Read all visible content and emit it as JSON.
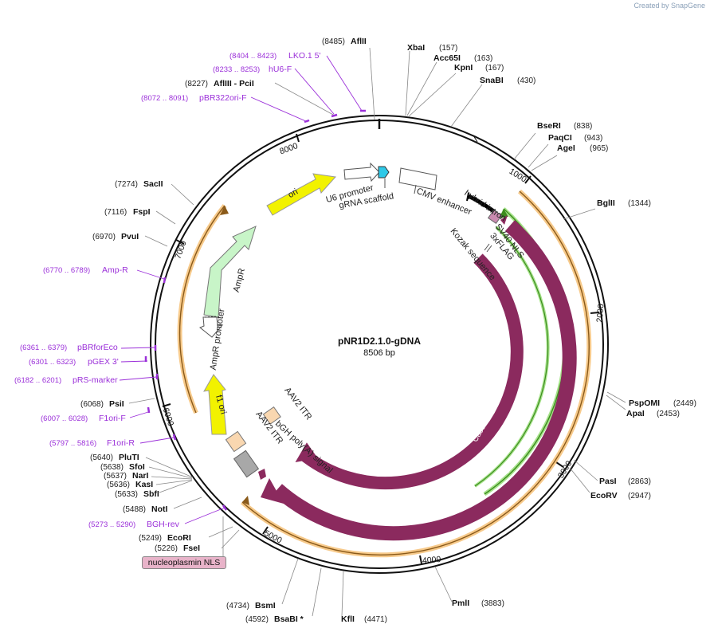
{
  "watermark": "Created by SnapGene",
  "map": {
    "name": "pNR1D2.1.0-gDNA",
    "size": "8506 bp",
    "ticks": [
      "1000",
      "2000",
      "3000",
      "4000",
      "5000",
      "6000",
      "7000",
      "8000"
    ]
  },
  "enzymes": [
    {
      "name": "AflII",
      "pos": "(8485)"
    },
    {
      "name": "XbaI",
      "pos": "(157)"
    },
    {
      "name": "Acc65I",
      "pos": "(163)"
    },
    {
      "name": "KpnI",
      "pos": "(167)"
    },
    {
      "name": "SnaBI",
      "pos": "(430)"
    },
    {
      "name": "BseRI",
      "pos": "(838)"
    },
    {
      "name": "PaqCI",
      "pos": "(943)"
    },
    {
      "name": "AgeI",
      "pos": "(965)"
    },
    {
      "name": "BglII",
      "pos": "(1344)"
    },
    {
      "name": "PspOMI",
      "pos": "(2449)"
    },
    {
      "name": "ApaI",
      "pos": "(2453)"
    },
    {
      "name": "PasI",
      "pos": "(2863)"
    },
    {
      "name": "EcoRV",
      "pos": "(2947)"
    },
    {
      "name": "PmlI",
      "pos": "(3883)"
    },
    {
      "name": "KflI",
      "pos": "(4471)"
    },
    {
      "name": "BsaBI *",
      "pos": "(4592)"
    },
    {
      "name": "BsmI",
      "pos": "(4734)"
    },
    {
      "name": "FseI",
      "pos": "(5226)"
    },
    {
      "name": "EcoRI",
      "pos": "(5249)"
    },
    {
      "name": "NotI",
      "pos": "(5488)"
    },
    {
      "name": "SbfI",
      "pos": "(5633)"
    },
    {
      "name": "KasI",
      "pos": "(5636)"
    },
    {
      "name": "NarI",
      "pos": "(5637)"
    },
    {
      "name": "SfoI",
      "pos": "(5638)"
    },
    {
      "name": "PluTI",
      "pos": "(5640)"
    },
    {
      "name": "PsiI",
      "pos": "(6068)"
    },
    {
      "name": "PvuI",
      "pos": "(6970)"
    },
    {
      "name": "FspI",
      "pos": "(7116)"
    },
    {
      "name": "SacII",
      "pos": "(7274)"
    },
    {
      "name": "AflIII - PciI",
      "pos": "(8227)"
    }
  ],
  "primers": [
    {
      "name": "LKO.1 5'",
      "pos": "(8404 .. 8423)"
    },
    {
      "name": "hU6-F",
      "pos": "(8233 .. 8253)"
    },
    {
      "name": "pBR322ori-F",
      "pos": "(8072 .. 8091)"
    },
    {
      "name": "Amp-R",
      "pos": "(6770 .. 6789)"
    },
    {
      "name": "pBRforEco",
      "pos": "(6361 .. 6379)"
    },
    {
      "name": "pGEX 3'",
      "pos": "(6301 .. 6323)"
    },
    {
      "name": "pRS-marker",
      "pos": "(6182 .. 6201)"
    },
    {
      "name": "F1ori-F",
      "pos": "(6007 .. 6028)"
    },
    {
      "name": "F1ori-R",
      "pos": "(5797 .. 5816)"
    },
    {
      "name": "BGH-rev",
      "pos": "(5273 .. 5290)"
    }
  ],
  "features": {
    "u6_promoter": "U6 promoter",
    "grna_scaffold": "gRNA scaffold",
    "cmv_enhancer": "CMV enhancer",
    "hybrid_intron": "hybrid intron",
    "sv40_nls": "SV40 NLS",
    "flag": "3xFLAG",
    "kozak": "Kozak sequence",
    "cas9_inner": "Cas9",
    "cas9_outer": "Cas9",
    "ori": "ori",
    "ampr": "AmpR",
    "ampr_promoter": "AmpR promoter",
    "f1_ori": "f1 ori",
    "aav2_itr_1": "AAV2 ITR",
    "aav2_itr_2": "AAV2 ITR",
    "bgh": "bGH poly(A) signal",
    "nucleoplasmin_nls": "nucleoplasmin NLS"
  },
  "colors": {
    "cas9": "#8b2a5e",
    "ori": "#f2f200",
    "ampr": "#c8f5c8",
    "aav_itr": "#f9d7b0",
    "bgh": "#a8a8a8",
    "orf_orange": "#f3b35a",
    "orf_green": "#5aa832",
    "primer": "#9b30d9",
    "u6": "#2fc9e8"
  }
}
